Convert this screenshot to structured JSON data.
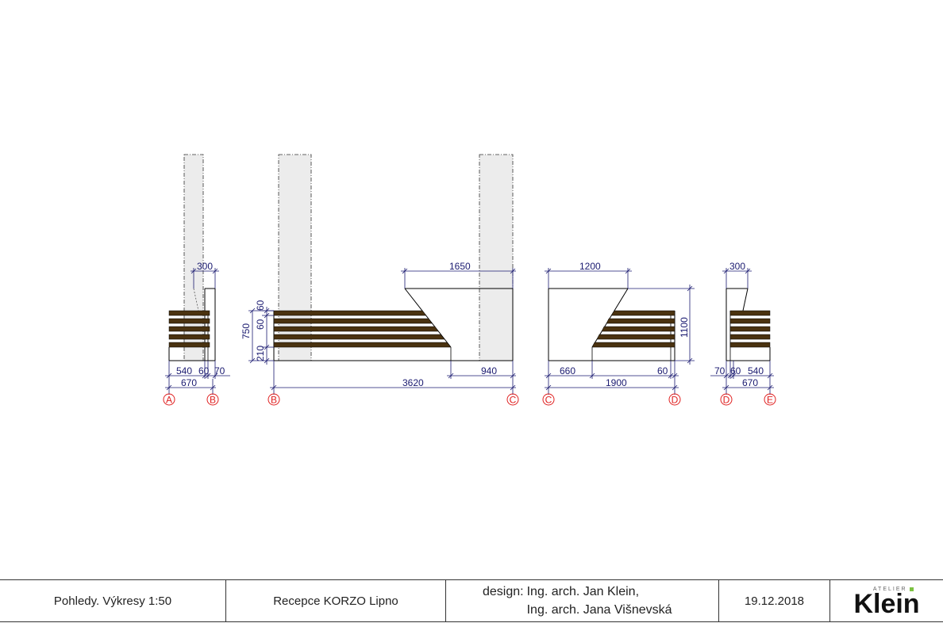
{
  "dimensions": {
    "v1": {
      "top": "300",
      "bottom_a": "540",
      "bottom_b": "60",
      "bottom_c": "70",
      "total": "670"
    },
    "v2": {
      "d60a": "60",
      "d60b": "60",
      "d750": "750",
      "d210": "210",
      "top": "1650",
      "right": "940",
      "total": "3620"
    },
    "v3": {
      "top": "1200",
      "left": "660",
      "right": "60",
      "height": "1100",
      "total": "1900"
    },
    "v4": {
      "top": "300",
      "bottom_a": "70",
      "bottom_b": "60",
      "bottom_c": "540",
      "total": "670"
    }
  },
  "grid_markers": {
    "v1": [
      "A",
      "B"
    ],
    "v2": [
      "B",
      "C"
    ],
    "v3": [
      "C",
      "D"
    ],
    "v4": [
      "D",
      "E"
    ]
  },
  "title_block": {
    "sheet": "Pohledy. Výkresy 1:50",
    "project": "Recepce KORZO Lipno",
    "design_label": "design:",
    "designer_1": "Ing. arch. Jan Klein,",
    "designer_2": "Ing. arch. Jana Višnevská",
    "date": "19.12.2018",
    "logo_small": "ATELIER",
    "logo_main": "Klein"
  },
  "colors": {
    "slat": "#4a3210",
    "column_fill": "#ececec",
    "dimension": "#1a1a70",
    "grid_marker": "#e02020",
    "logo_accent": "#7cc242"
  }
}
